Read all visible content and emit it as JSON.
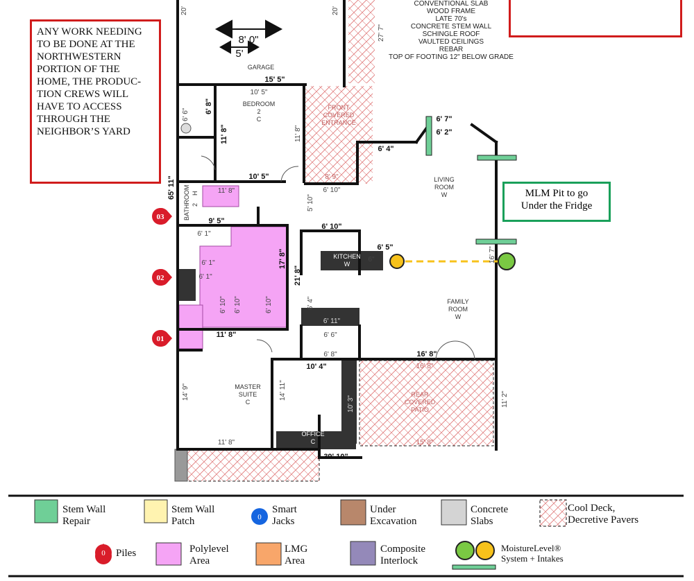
{
  "notes": {
    "access_note": "ANY WORK NEEDING TO BE DONE AT THE NORTHWESTERN PORTION OF THE HOME, THE PRODUC-TION CREWS WILL HAVE TO ACCESS THROUGH THE NEIGHBOR’S YARD",
    "mlm_note": "MLM Pit to go Under the Fridge"
  },
  "specs": [
    "CONVENTIONAL SLAB",
    "WOOD FRAME",
    "LATE 70's",
    "CONCRETE STEM WALL",
    "SCHINGLE ROOF",
    "VAULTED CEILINGS",
    "REBAR",
    "TOP OF FOOTING 12\" BELOW GRADE"
  ],
  "rooms": {
    "garage": "GARAGE",
    "bedroom": [
      "BEDROOM",
      "2",
      "C"
    ],
    "front_entrance": [
      "FRONT",
      "COVERED",
      "ENTRANCE"
    ],
    "living": [
      "LIVING",
      "ROOM",
      "W"
    ],
    "bathroom": [
      "BATHROOM",
      "2",
      "H"
    ],
    "kitchen": [
      "KITCHEN",
      "W"
    ],
    "family": [
      "FAMILY",
      "ROOM",
      "W"
    ],
    "master": [
      "MASTER",
      "SUITE",
      "C"
    ],
    "office": [
      "OFFICE",
      "C"
    ],
    "rear_patio": [
      "REAR",
      "COVERED",
      "PATIO"
    ]
  },
  "dimensions": {
    "garage_top_left": "20'",
    "garage_top_right": "20'",
    "garage_width": "15' 5\"",
    "door_8": "8' 0\"",
    "door_5": "5'",
    "entry_right": "27' 7\"",
    "bed_top": "10' 5\"",
    "bed_bottom": "10' 5\"",
    "bed_left": "11' 8\"",
    "bed_right": "11' 8\"",
    "closet_66": "6' 6\"",
    "closet_68": "6' 8\"",
    "house_depth": "65' 11\"",
    "bath_top": "11' 8\"",
    "hall_94": "9' 5\"",
    "bath_61": "6' 1\"",
    "entry_610": "6' 10\"",
    "hall_510": "5' 10\"",
    "living_64": "6' 4\"",
    "living_67": "6' 7\"",
    "living_62": "6' 2\"",
    "kitchen_610": "6' 10\"",
    "kitchen_65": "6' 5\"",
    "kitchen_6": "6\"",
    "kitchen_178": "17' 8\"",
    "kitchen_218": "21' 8\"",
    "family_167": "16' 7\"",
    "kitchen_64": "6' 4\"",
    "kitchen_611": "6' 11\"",
    "poly_610a": "6' 10\"",
    "poly_610b": "6' 10\"",
    "poly_610c": "6' 10\"",
    "poly_61a": "6' 1\"",
    "poly_61b": "6' 1\"",
    "hall_118": "11' 8\"",
    "hall_66": "6' 6\"",
    "hall_68": "6' 8\"",
    "family_168": "16' 8\"",
    "patio_top": "16' 8\"",
    "office_104": "10' 4\"",
    "master_left": "14' 9\"",
    "master_right": "14' 11\"",
    "master_bottom": "11' 8\"",
    "office_side": "10' 3\"",
    "house_width": "39' 10\"",
    "patio_right": "11' 2\"",
    "entry_bottom": "8' 9\"",
    "patio_bottom": "15' 8\""
  },
  "piles": [
    {
      "id": "03",
      "color": "#d91c2a"
    },
    {
      "id": "02",
      "color": "#d91c2a"
    },
    {
      "id": "01",
      "color": "#d91c2a"
    }
  ],
  "colors": {
    "wall": "#111111",
    "polylevel": "#f5a4f5",
    "stem_wall_repair": "#6fcf97",
    "stem_wall_patch": "#fff3b0",
    "smart_jacks": "#1565e0",
    "under_excavation": "#b8876b",
    "concrete_slabs": "#d4d4d4",
    "pile": "#d91c2a",
    "lmg": "#f8a66a",
    "composite": "#9489b9",
    "moisture_green": "#7ac943",
    "moisture_yellow": "#f7c21b",
    "pavers": "#e07a7a",
    "note_border": "#d01c1c",
    "mlm_border": "#1aa05a"
  },
  "legend": {
    "row1": [
      {
        "label": "Stem Wall Repair",
        "swatch": "#6fcf97"
      },
      {
        "label": "Stem Wall Patch",
        "swatch": "#fff3b0"
      },
      {
        "label": "Smart Jacks",
        "marker": "0"
      },
      {
        "label": "Under Excavation",
        "swatch": "#b8876b"
      },
      {
        "label": "Concrete Slabs",
        "swatch": "#d4d4d4"
      },
      {
        "label": "Cool Deck, Decretive Pavers",
        "swatch": "pattern"
      }
    ],
    "row2": [
      {
        "label": "Piles",
        "marker": "0"
      },
      {
        "label": "Polylevel Area",
        "swatch": "#f5a4f5"
      },
      {
        "label": "LMG Area",
        "swatch": "#f8a66a"
      },
      {
        "label": "Composite Interlock",
        "swatch": "#9489b9"
      },
      {
        "label": "MoistureLevel® System + Intakes",
        "swatch": "circles"
      }
    ]
  }
}
